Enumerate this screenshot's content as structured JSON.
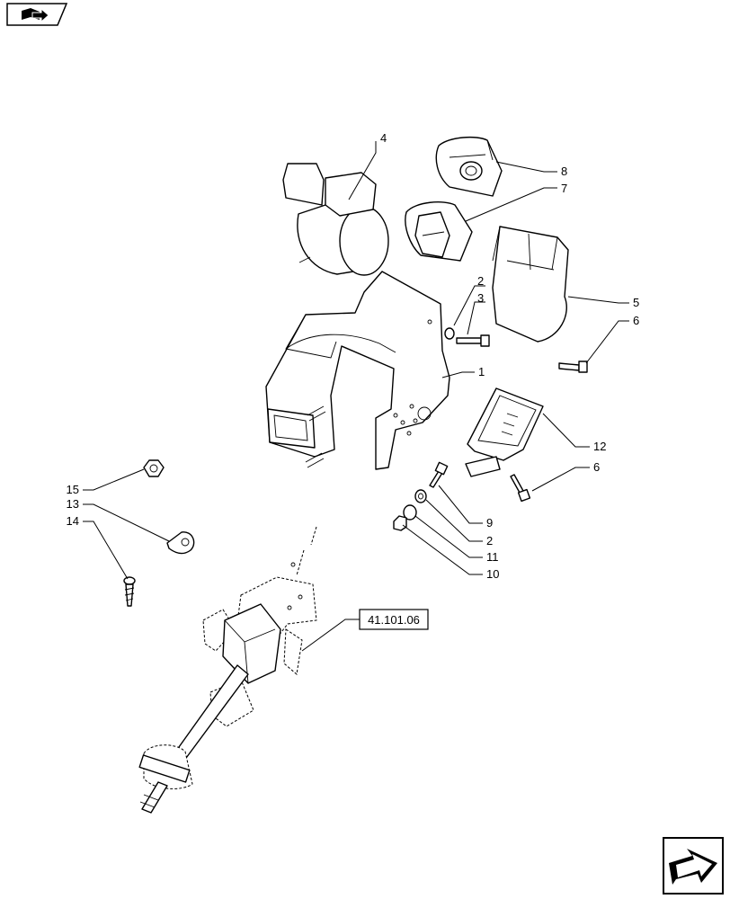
{
  "nav": {
    "top_icon": "book-arrow-icon",
    "bottom_icon": "next-page-arrow-icon"
  },
  "callouts": {
    "c4": "4",
    "c8": "8",
    "c7": "7",
    "c2a": "2",
    "c3": "3",
    "c5": "5",
    "c6a": "6",
    "c1": "1",
    "c12": "12",
    "c6b": "6",
    "c9": "9",
    "c2b": "2",
    "c11": "11",
    "c10": "10",
    "c15": "15",
    "c13": "13",
    "c14": "14"
  },
  "reference": {
    "label": "41.101.06"
  }
}
